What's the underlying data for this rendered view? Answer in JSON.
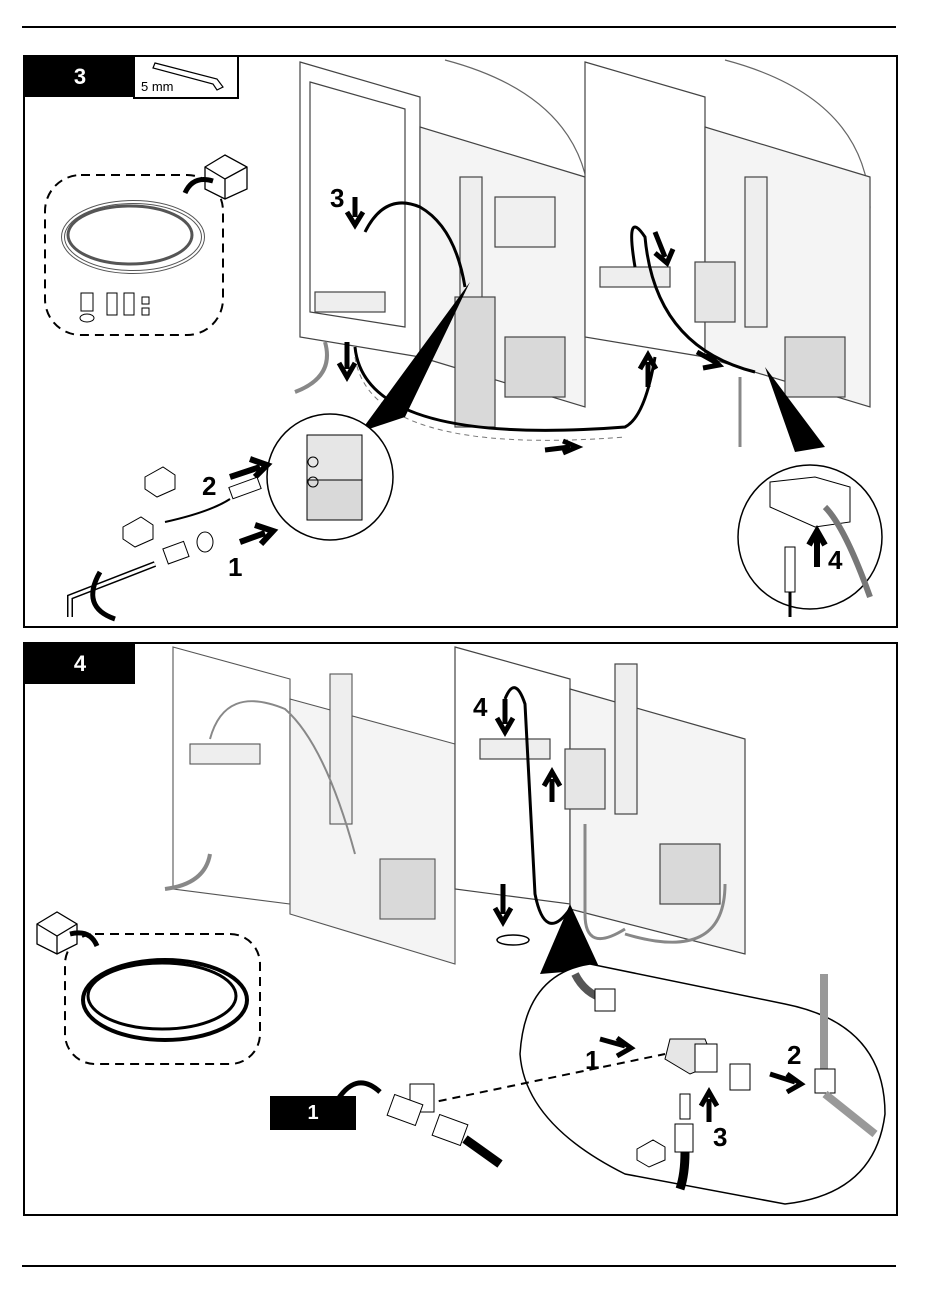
{
  "figure": {
    "panels": [
      {
        "step_number": "3",
        "tool": {
          "name": "hex-key",
          "size_label": "5 mm"
        },
        "callouts": [
          "1",
          "2",
          "3",
          "4"
        ],
        "kit_contents": [
          "tubing-coil",
          "fittings",
          "o-ring",
          "ferrules"
        ]
      },
      {
        "step_number": "4",
        "callouts": [
          "1",
          "2",
          "3",
          "4"
        ],
        "reference_badge": "1",
        "kit_contents": [
          "black-tubing-coil"
        ]
      }
    ]
  },
  "colors": {
    "ink": "#000000",
    "paper": "#ffffff",
    "line_gray": "#8a8a8a",
    "fill_gray": "#d9d9d9"
  }
}
